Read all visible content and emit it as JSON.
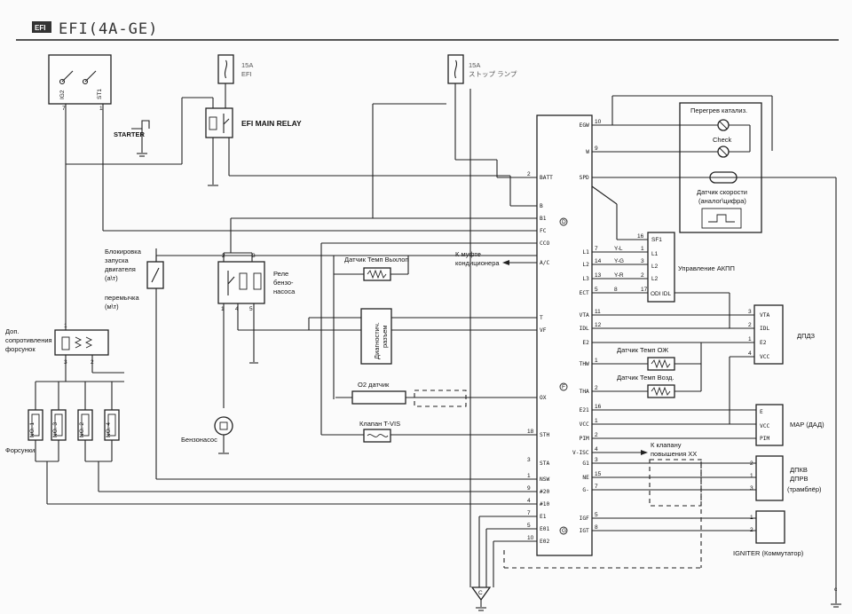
{
  "header": {
    "badge": "EFI",
    "title": "EFI(4A-GE)"
  },
  "fuses": {
    "efi_amp": "15A",
    "efi_name": "EFI",
    "stop_amp": "15A",
    "stop_name": "ストップ ランプ"
  },
  "ignition_switch": {
    "pin1": "IG2",
    "pin2": "ST1",
    "pin7": "7",
    "pin1_num": "1",
    "starter": "STARTER"
  },
  "labels": {
    "efi_main_relay": "EFI MAIN RELAY",
    "blokirovka": [
      "Блокировка",
      "запуска",
      "двигателя",
      "(а\\т)"
    ],
    "peremychka": [
      "перемычка",
      "(м\\т)"
    ],
    "rele": [
      "Реле",
      "бензо-",
      "насоса"
    ],
    "benzonasos": "Бензонасос",
    "dop": [
      "Доп.",
      "сопротивления",
      "форсунок"
    ],
    "forsunki": "Форсунки",
    "injectors": [
      "NO. 1",
      "NO. 3",
      "NO. 2",
      "NO. 4"
    ],
    "datchik_temp_vyhlop": "Датчик Темп Выхлоп",
    "k_mufte": [
      "К муфте",
      "кондиционера"
    ],
    "diagnost": [
      "Диагностич.",
      "разъем"
    ],
    "o2": "О2 датчик",
    "klapan_tvis": "Клапан T-VIS",
    "peregrev": "Перегрев катализ.",
    "check": "Check",
    "datchik_skorosti": [
      "Датчик скорости",
      "(аналог\\цифра)"
    ],
    "upravlenie_akpp": "Управление АКПП",
    "dpdz": "ДПДЗ",
    "datchik_temp_ozh": "Датчик Темп ОЖ",
    "datchik_temp_vozd": "Датчик Темп Возд.",
    "map": "MAP (ДАД)",
    "k_klapanu": [
      "К клапану",
      "повышения ХХ"
    ],
    "dpkv": [
      "ДПКВ",
      "ДПРВ",
      "(трамблёр)"
    ],
    "igniter": "IGNITER (Коммутатор)"
  },
  "ecu_left_pins": [
    {
      "num": "2",
      "name": "BATT"
    },
    {
      "num": "",
      "name": "B"
    },
    {
      "num": "",
      "name": "B1"
    },
    {
      "num": "",
      "name": "FC"
    },
    {
      "num": "",
      "name": "CCO"
    },
    {
      "num": "",
      "name": "A/C"
    },
    {
      "num": "",
      "name": "T"
    },
    {
      "num": "",
      "name": "VF"
    },
    {
      "num": "",
      "name": "OX"
    },
    {
      "num": "18",
      "name": "STH"
    },
    {
      "num": "3",
      "name": "STA"
    },
    {
      "num": "1",
      "name": "NSW"
    },
    {
      "num": "9",
      "name": "#20"
    },
    {
      "num": "4",
      "name": "#10"
    },
    {
      "num": "7",
      "name": "E1"
    },
    {
      "num": "5",
      "name": "E01"
    },
    {
      "num": "10",
      "name": "E02"
    }
  ],
  "ecu_right_pins": [
    {
      "num": "10",
      "name": "EGW"
    },
    {
      "num": "9",
      "name": "W"
    },
    {
      "num": "",
      "name": "SPD"
    },
    {
      "num": "7",
      "name": "L1"
    },
    {
      "num": "14",
      "name": "L2"
    },
    {
      "num": "13",
      "name": "L3"
    },
    {
      "num": "5",
      "name": "ECT"
    },
    {
      "num": "11",
      "name": "VTA"
    },
    {
      "num": "12",
      "name": "IDL"
    },
    {
      "num": "",
      "name": "E2"
    },
    {
      "num": "",
      "name": "THW"
    },
    {
      "num": "",
      "name": "THA"
    },
    {
      "num": "16",
      "name": "E21"
    },
    {
      "num": "1",
      "name": "VCC"
    },
    {
      "num": "2",
      "name": "PIM"
    },
    {
      "num": "4",
      "name": "V-ISC"
    },
    {
      "num": "3",
      "name": "G1"
    },
    {
      "num": "15",
      "name": "NE"
    },
    {
      "num": "7",
      "name": "G-"
    },
    {
      "num": "5",
      "name": "IGF"
    },
    {
      "num": "8",
      "name": "IGT"
    }
  ],
  "ecu_connectors": [
    "D",
    "F",
    "G"
  ],
  "akpp_wires": [
    {
      "color": "Y-L",
      "pin": "1",
      "name": "L1"
    },
    {
      "color": "Y-G",
      "pin": "3",
      "name": "L2"
    },
    {
      "color": "Y-R",
      "pin": "2",
      "name": "L3"
    },
    {
      "color": "8",
      "pin": "17",
      "name": "ODI"
    }
  ],
  "akpp_box": {
    "pin16": "16",
    "sf1": "SF1",
    "l1": "L1",
    "l2": "L2",
    "l3": "L2",
    "odi": "ODI",
    "idl": "IDL"
  },
  "dpdz_pins": [
    {
      "num": "3",
      "name": "VTA"
    },
    {
      "num": "2",
      "name": "IDL"
    },
    {
      "num": "1",
      "name": "E2"
    },
    {
      "num": "4",
      "name": "VCC"
    }
  ],
  "map_pins": [
    {
      "num": "",
      "name": "E"
    },
    {
      "num": "",
      "name": "VCC"
    },
    {
      "num": "",
      "name": "PIM"
    }
  ],
  "dpkv_pins": [
    "2",
    "1",
    "3"
  ],
  "igniter_pins": [
    "1",
    "2"
  ],
  "relay_pins": [
    "2",
    "3",
    "1",
    "4",
    "5"
  ],
  "dop_pins": [
    "1",
    "3",
    "2"
  ]
}
